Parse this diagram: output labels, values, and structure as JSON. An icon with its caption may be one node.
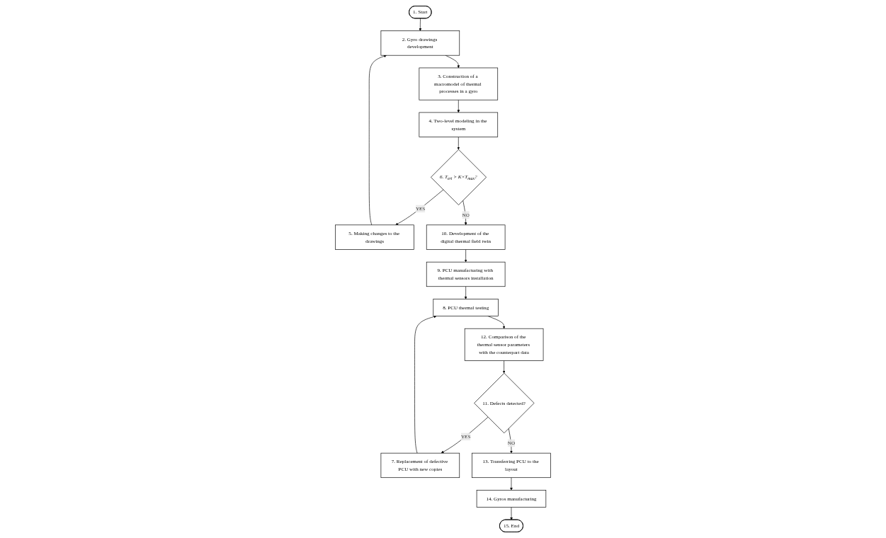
{
  "diagram": {
    "nodes": [
      {
        "text": [
          "1. Start"
        ]
      },
      {
        "text": [
          "2. Gyro drawings development"
        ]
      },
      {
        "text": [
          "3. Construction of a macromodel of thermal processes in a gyro"
        ]
      },
      {
        "text": [
          "4. Two-level modeling in the system"
        ]
      },
      {
        "text": [
          "5. Making changes to the drawings"
        ]
      },
      {
        "text": [
          "6. T$_{eri}$ > K×T$_{max}$?"
        ]
      },
      {
        "text": [
          "7. Replacement of defective PCU with new copies"
        ]
      },
      {
        "text": [
          "8. PCU thermal testing"
        ]
      },
      {
        "text": [
          "9. PCU manufacturing with thermal sensors installation"
        ]
      },
      {
        "text": [
          "10. Development of the digital thermal field twin"
        ]
      },
      {
        "text": [
          "11. Defects detected?"
        ]
      },
      {
        "text": [
          "12. Comparison of the thermal sensor parameters with the counterpart data"
        ]
      },
      {
        "text": [
          "13. Transferring PCU to the layout"
        ]
      },
      {
        "text": [
          "14. Gyros manufacturing"
        ]
      },
      {
        "text": [
          "15. End"
        ]
      }
    ],
    "edges": [
      {
        "from": 0,
        "to": 1,
        "arrow": "to"
      },
      {
        "from": 1,
        "to": 2,
        "arrow": "to"
      },
      {
        "from": 2,
        "to": 3,
        "arrow": "to"
      },
      {
        "from": 3,
        "to": 5,
        "arrow": "to"
      },
      {
        "from": 5,
        "to": 4,
        "label": "YES",
        "arrow": "to"
      },
      {
        "from": 4,
        "to": 1,
        "arrow": "to"
      },
      {
        "from": 5,
        "to": 9,
        "label": "NO",
        "arrow": "to"
      },
      {
        "from": 9,
        "to": 8,
        "arrow": "to"
      },
      {
        "from": 8,
        "to": 7,
        "arrow": "to"
      },
      {
        "from": 7,
        "to": 11,
        "arrow": "to"
      },
      {
        "from": 11,
        "to": 10,
        "arrow": "to"
      },
      {
        "from": 10,
        "to": 6,
        "label": "YES",
        "arrow": "to"
      },
      {
        "from": 6,
        "to": 7,
        "arrow": "to"
      },
      {
        "from": 10,
        "to": 12,
        "label": "NO",
        "arrow": "to"
      },
      {
        "from": 12,
        "to": 13,
        "arrow": "to"
      },
      {
        "from": 13,
        "to": 14,
        "arrow": "to"
      }
    ]
  }
}
